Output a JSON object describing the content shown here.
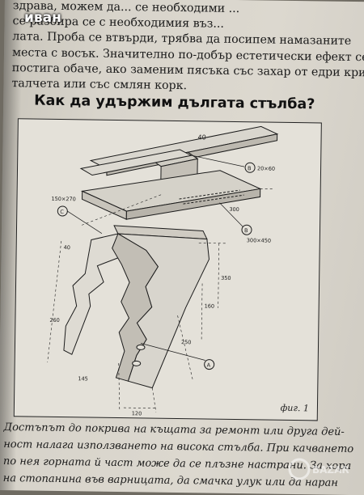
{
  "user_badge": "иван",
  "top_paragraph": [
    "здрава, можем да... се необходими ...",
    "се разбира се с необходимия въз...",
    "лата. Проба се втвърди, трябва да посипем намазаните",
    "места с восък. Значително по-добър естетически ефект се",
    "постига обаче, ако заменим пясъка със захар от едри крис-",
    "талчета или със смлян корк."
  ],
  "heading": "Как да удържим дългата стълба?",
  "figure": {
    "caption": "фиг. 1",
    "labels": {
      "top_dim": "40",
      "a_label": "A",
      "b_label": "B",
      "c_label": "C",
      "plank_size": "20×60",
      "plate_size": "300×450",
      "side_size": "150×270",
      "d300": "300",
      "d40": "40",
      "d350": "350",
      "d160": "160",
      "d250": "250",
      "d120": "120",
      "d260": "260",
      "d145": "145"
    }
  },
  "bottom_paragraph": [
    "Достъпът до покрива на къщата за ремонт или друга дей-",
    "ност налага използването на висока стълба. При качването",
    "по нея горната й част може да се плъзне настрани. За хора",
    "на стопанина във варницата, да смачка улук или да наран"
  ],
  "watermark": "BAZAR"
}
